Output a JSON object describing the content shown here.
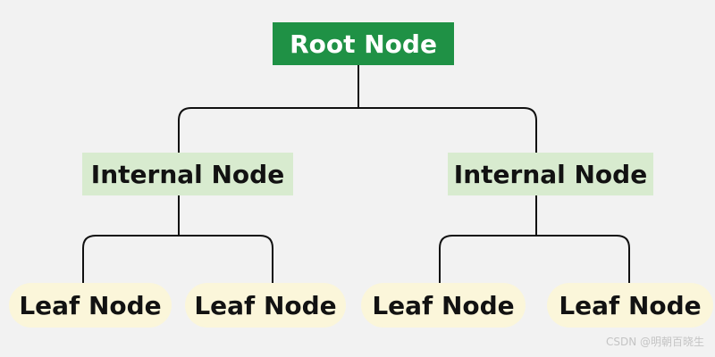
{
  "tree": {
    "root": {
      "label": "Root Node"
    },
    "internal": [
      {
        "label": "Internal Node"
      },
      {
        "label": "Internal Node"
      }
    ],
    "leaves": [
      {
        "label": "Leaf Node"
      },
      {
        "label": "Leaf Node"
      },
      {
        "label": "Leaf Node"
      },
      {
        "label": "Leaf Node"
      }
    ]
  },
  "watermark": {
    "text": "CSDN @明朝百晓生"
  },
  "colors": {
    "background": "#f2f2f2",
    "root_fill": "#1f9145",
    "root_text": "#ffffff",
    "internal_fill": "#d8ebcf",
    "leaf_fill": "#fbf6da",
    "connector": "#111111"
  }
}
